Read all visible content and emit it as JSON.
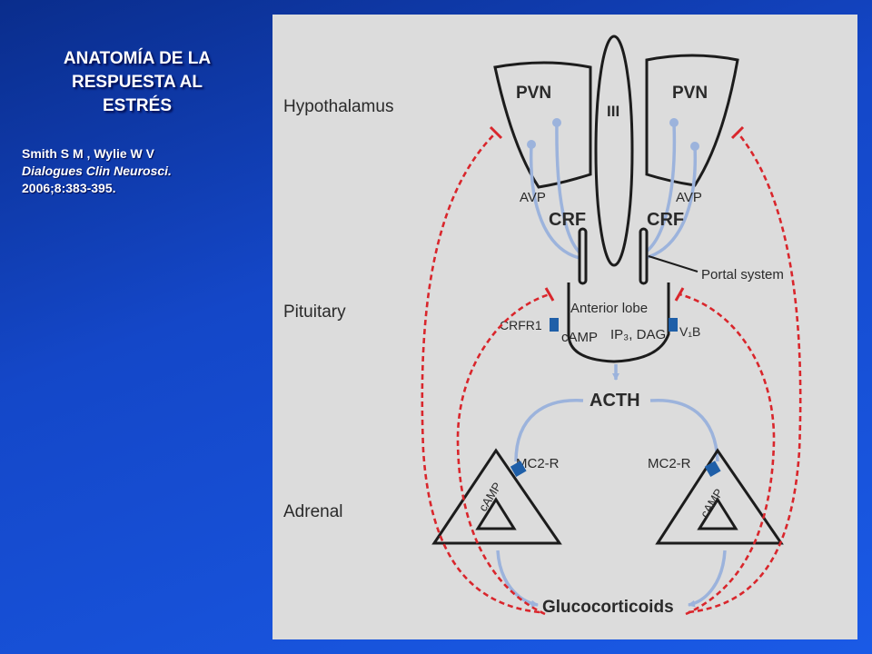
{
  "slide": {
    "title": "ANATOMÍA  DE  LA\nRESPUESTA  AL\nESTRÉS",
    "citation": {
      "authors": "Smith S M ,  Wylie W V",
      "journal": "Dialogues Clin Neurosci.",
      "year_pages": "2006;8:383-395."
    }
  },
  "diagram": {
    "region_labels": {
      "hypothalamus": "Hypothalamus",
      "pituitary": "Pituitary",
      "adrenal": "Adrenal"
    },
    "labels": {
      "pvn_left": "PVN",
      "pvn_right": "PVN",
      "third_ventricle": "III",
      "avp_left": "AVP",
      "avp_right": "AVP",
      "crf_left": "CRF",
      "crf_right": "CRF",
      "portal_system": "Portal system",
      "anterior_lobe": "Anterior lobe",
      "crfr1": "CRFR1",
      "camp_pituitary": "cAMP",
      "ip3_dag": "IP₃, DAG",
      "v1b": "V₁B",
      "acth": "ACTH",
      "mc2r_left": "MC2-R",
      "mc2r_right": "MC2-R",
      "camp_adrenal_left": "cAMP",
      "camp_adrenal_right": "cAMP",
      "glucocorticoids": "Glucocorticoids"
    },
    "colors": {
      "background": "#dcdcdc",
      "outline": "#1c1c1c",
      "pathway": "#9cb3dc",
      "feedback": "#d9262c",
      "receptor": "#1f5fa8"
    }
  }
}
